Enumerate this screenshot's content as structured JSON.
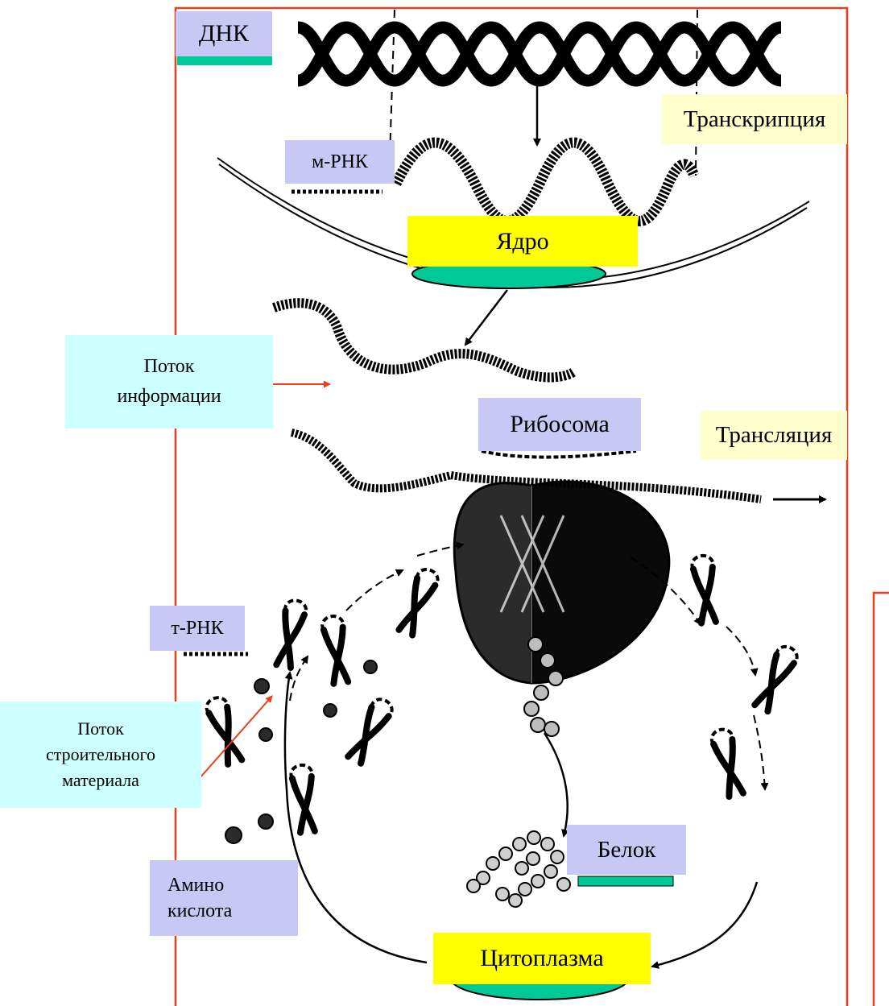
{
  "labels": {
    "dna": "ДНК",
    "mrna": "м-РНК",
    "nucleus": "Ядро",
    "transcription": "Транскрипция",
    "info_flow_1": "Поток",
    "info_flow_2": "информации",
    "ribosome": "Рибосома",
    "translation": "Трансляция",
    "trna": "т-РНК",
    "building_flow_1": "Поток",
    "building_flow_2": "строительного",
    "building_flow_3": "материала",
    "protein": "Белок",
    "amino_1": "Амино",
    "amino_2": "кислота",
    "cytoplasm": "Цитоплазма"
  },
  "colors": {
    "frame": "#e8401c",
    "label_lavender": "#c8c8f5",
    "label_pale_yellow": "#ffffcc",
    "label_cyan": "#ccffff",
    "label_yellow": "#ffff00",
    "accent_teal": "#00c896",
    "arrow_red": "#e8401c"
  }
}
